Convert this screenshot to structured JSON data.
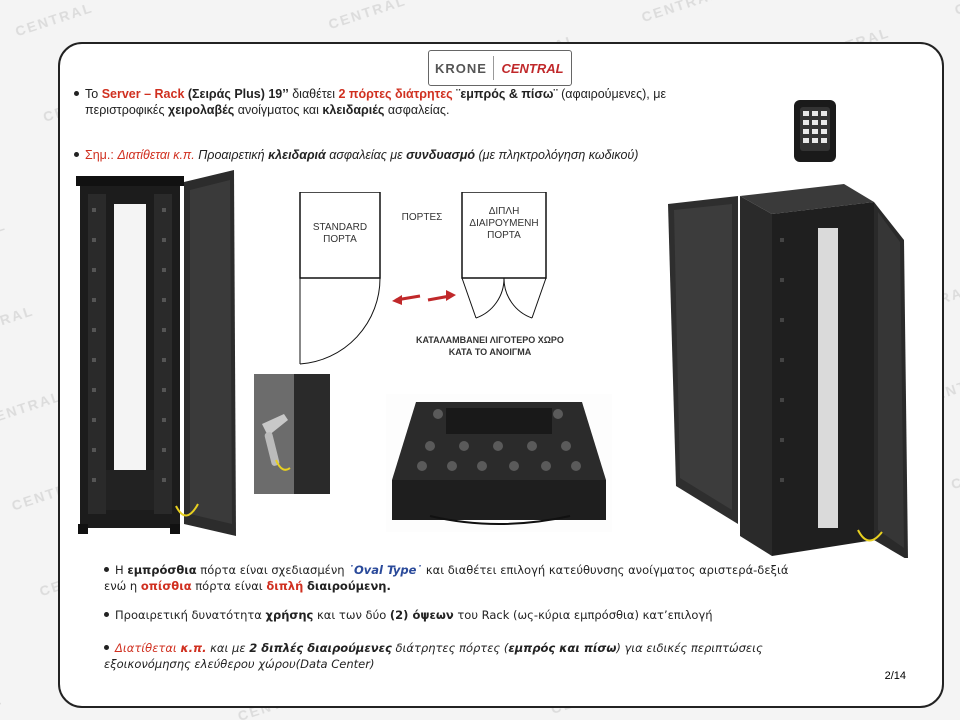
{
  "watermark": "CENTRAL",
  "logo": {
    "left": "KRONE",
    "right": "CENTRAL"
  },
  "bullets": {
    "b1_line1": {
      "p1": "Το ",
      "p2": "Server – Rack",
      "p3": " (Σειράς Plus) 19’’",
      "p4": " διαθέτει ",
      "p5": "2 πόρτες διάτρητες",
      "p6": " ¨εμπρός & πίσω¨",
      "p7": " (αφαιρούμενες), με"
    },
    "b1_line2": {
      "p1": "περιστροφικές ",
      "p2": "χειρολαβές",
      "p3": " ανοίγματος και ",
      "p4": "κλειδαριές",
      "p5": " ασφαλείας."
    },
    "b2": {
      "p1": "Σημ.: ",
      "p2": "Διατίθεται κ.π.",
      "p3": " Προαιρετική ",
      "p4": "κλειδαριά",
      "p5": " ασφαλείας με ",
      "p6": "συνδυασμό",
      "p7": " (με πληκτρολόγηση κωδικού)"
    },
    "b3_line1": {
      "p1": "Η ",
      "p2": "εμπρόσθια",
      "p3": " πόρτα είναι σχεδιασμένη ",
      "p4": "˙Oval Type˙",
      "p5": " και διαθέτει επιλογή κατεύθυνσης ανοίγματος αριστερά-δεξιά"
    },
    "b3_line2": {
      "p1": "ενώ η ",
      "p2": "οπίσθια",
      "p3": " πόρτα είναι ",
      "p4": "διπλή",
      "p5": " ",
      "p6": "διαιρούμενη."
    },
    "b4": {
      "p1": "Προαιρετική δυνατότητα ",
      "p2": "χρήσης",
      "p3": " και των δύο ",
      "p4": "(2) όψεων",
      "p5": " του Rack (ως-κύρια εμπρόσθια) κατ’επιλογή"
    },
    "b5_line1": {
      "p1": "Διατίθεται ",
      "p2": "κ.π.",
      "p3": " και με ",
      "p4": "2 διπλές διαιρούμενες",
      "p5": " διάτρητες πόρτες (",
      "p6": "εμπρός και πίσω",
      "p7": ") για ειδικές περιπτώσεις"
    },
    "b5_line2": {
      "p1": "εξοικονόμησης ελεύθερου χώρου(",
      "p2": "Data Center",
      "p3": ")"
    }
  },
  "diagram": {
    "standard": [
      "STANDARD",
      "ΠΟΡΤΑ"
    ],
    "doors": "ΠΟΡΤΕΣ",
    "double": [
      "ΔΙΠΛΗ",
      "ΔΙΑΙΡΟΥΜΕΝΗ",
      "ΠΟΡΤΑ"
    ],
    "caption": [
      "ΚΑΤΑΛΑΜΒΑΝΕΙ ΛΙΓΟΤΕΡΟ ΧΩΡΟ",
      "ΚΑΤΑ ΤΟ ΑΝΟΙΓΜΑ"
    ]
  },
  "page_number": "2/14",
  "colors": {
    "accent_red": "#d03020",
    "frame": "#222222",
    "cable": "#e8d020"
  }
}
